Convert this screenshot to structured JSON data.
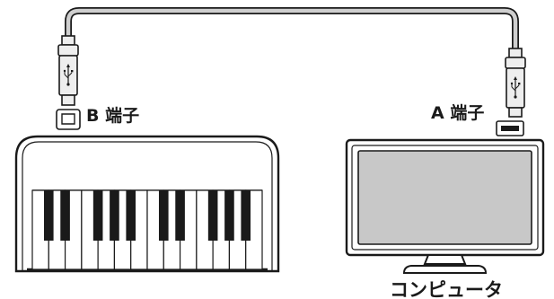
{
  "labels": {
    "port_b": "B 端子",
    "port_a": "A 端子",
    "computer": "コンピュータ"
  },
  "icons": {
    "usb_symbol": "usb-icon",
    "usb_b_port": "usb-b-port-icon",
    "usb_a_port": "usb-a-port-icon"
  },
  "colors": {
    "stroke": "#1a1a1a",
    "cable": "#cfcfcf",
    "screen": "#c8c8c8",
    "plug": "#eeeeee",
    "keyboard_panel": "#ffffff",
    "black_key": "#1a1a1a"
  },
  "keyboard": {
    "white_key_count": 14,
    "black_key_pattern": "2-3-2-3"
  }
}
